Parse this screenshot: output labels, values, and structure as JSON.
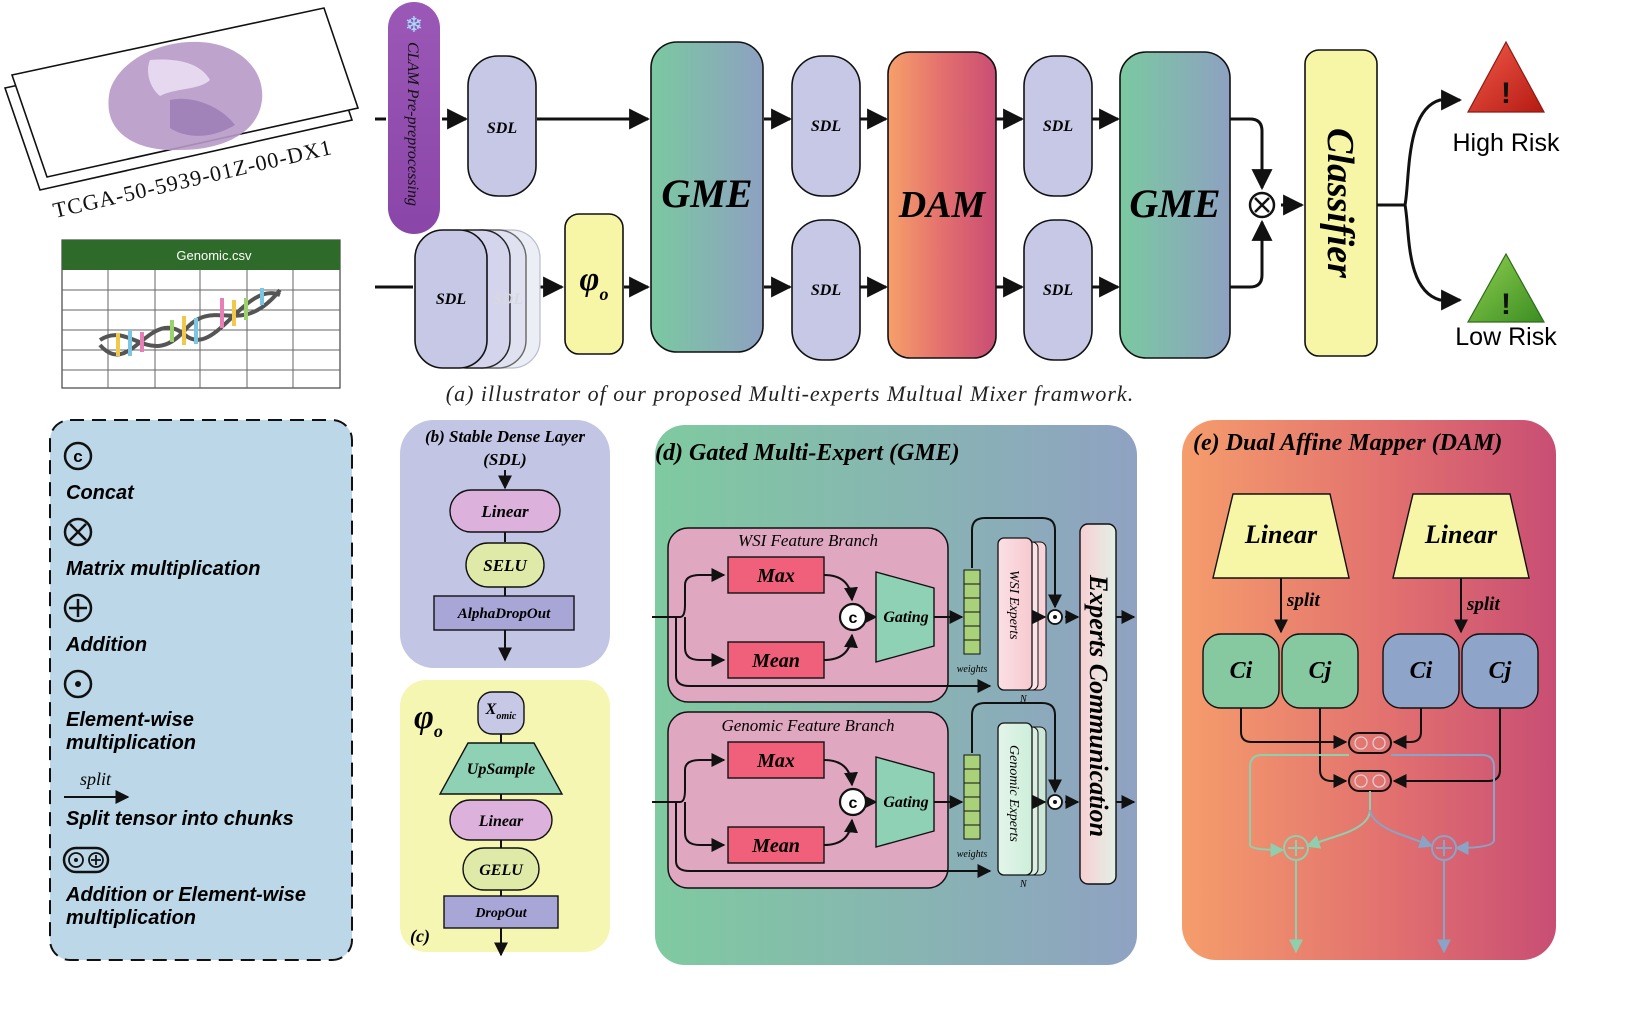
{
  "top": {
    "slide_id": "TCGA-50-5939-01Z-00-DX1",
    "genomic_file": "Genomic.csv",
    "clam": "CLAM Pre-preprocessing",
    "sdl": "SDL",
    "phi": "φ",
    "phi_sub": "o",
    "gme": "GME",
    "dam": "DAM",
    "classifier": "Classifier",
    "high_risk": "High Risk",
    "low_risk": "Low Risk",
    "caption": "(a) illustrator of our proposed Multi-experts Multual Mixer framwork."
  },
  "legend": {
    "concat_symbol": "c",
    "concat": "Concat",
    "matmul": "Matrix multiplication",
    "addition": "Addition",
    "elementwise_line1": "Element-wise",
    "elementwise_line2": "multiplication",
    "split_arrow_label": "split",
    "split": "Split tensor into chunks",
    "addmul_line1": "Addition or Element-wise",
    "addmul_line2": "multiplication"
  },
  "sdl_panel": {
    "title_line1": "(b) Stable Dense Layer",
    "title_line2": "(SDL)",
    "linear": "Linear",
    "selu": "SELU",
    "dropout": "AlphaDropOut"
  },
  "phi_panel": {
    "phi": "φ",
    "phi_sub": "o",
    "input": "X",
    "input_sub": "omic",
    "upsample": "UpSample",
    "linear": "Linear",
    "gelu": "GELU",
    "dropout": "DropOut",
    "label": "(c)"
  },
  "gme_panel": {
    "title": "(d) Gated Multi-Expert (GME)",
    "wsi_branch": "WSI Feature Branch",
    "genomic_branch": "Genomic Feature Branch",
    "max": "Max",
    "mean": "Mean",
    "gating": "Gating",
    "weights": "weights",
    "wsi_experts": "WSI Experts",
    "genomic_experts": "Genomic Experts",
    "n": "N",
    "communication": "Experts Communication"
  },
  "dam_panel": {
    "title": "(e) Dual Affine Mapper (DAM)",
    "linear": "Linear",
    "split": "split",
    "ci": "Ci",
    "cj": "Cj"
  },
  "colors": {
    "sdl_fill": "#c7c8e6",
    "phi_fill": "#f7f6a6",
    "classifier_fill": "#f7f6a6",
    "legend_bg": "#bcd8e8",
    "gme_from": "#7dc9a3",
    "gme_to": "#8ea2c0",
    "dam_from": "#f59a6a",
    "dam_to": "#c94f74",
    "pink_box": "#f0607a"
  }
}
